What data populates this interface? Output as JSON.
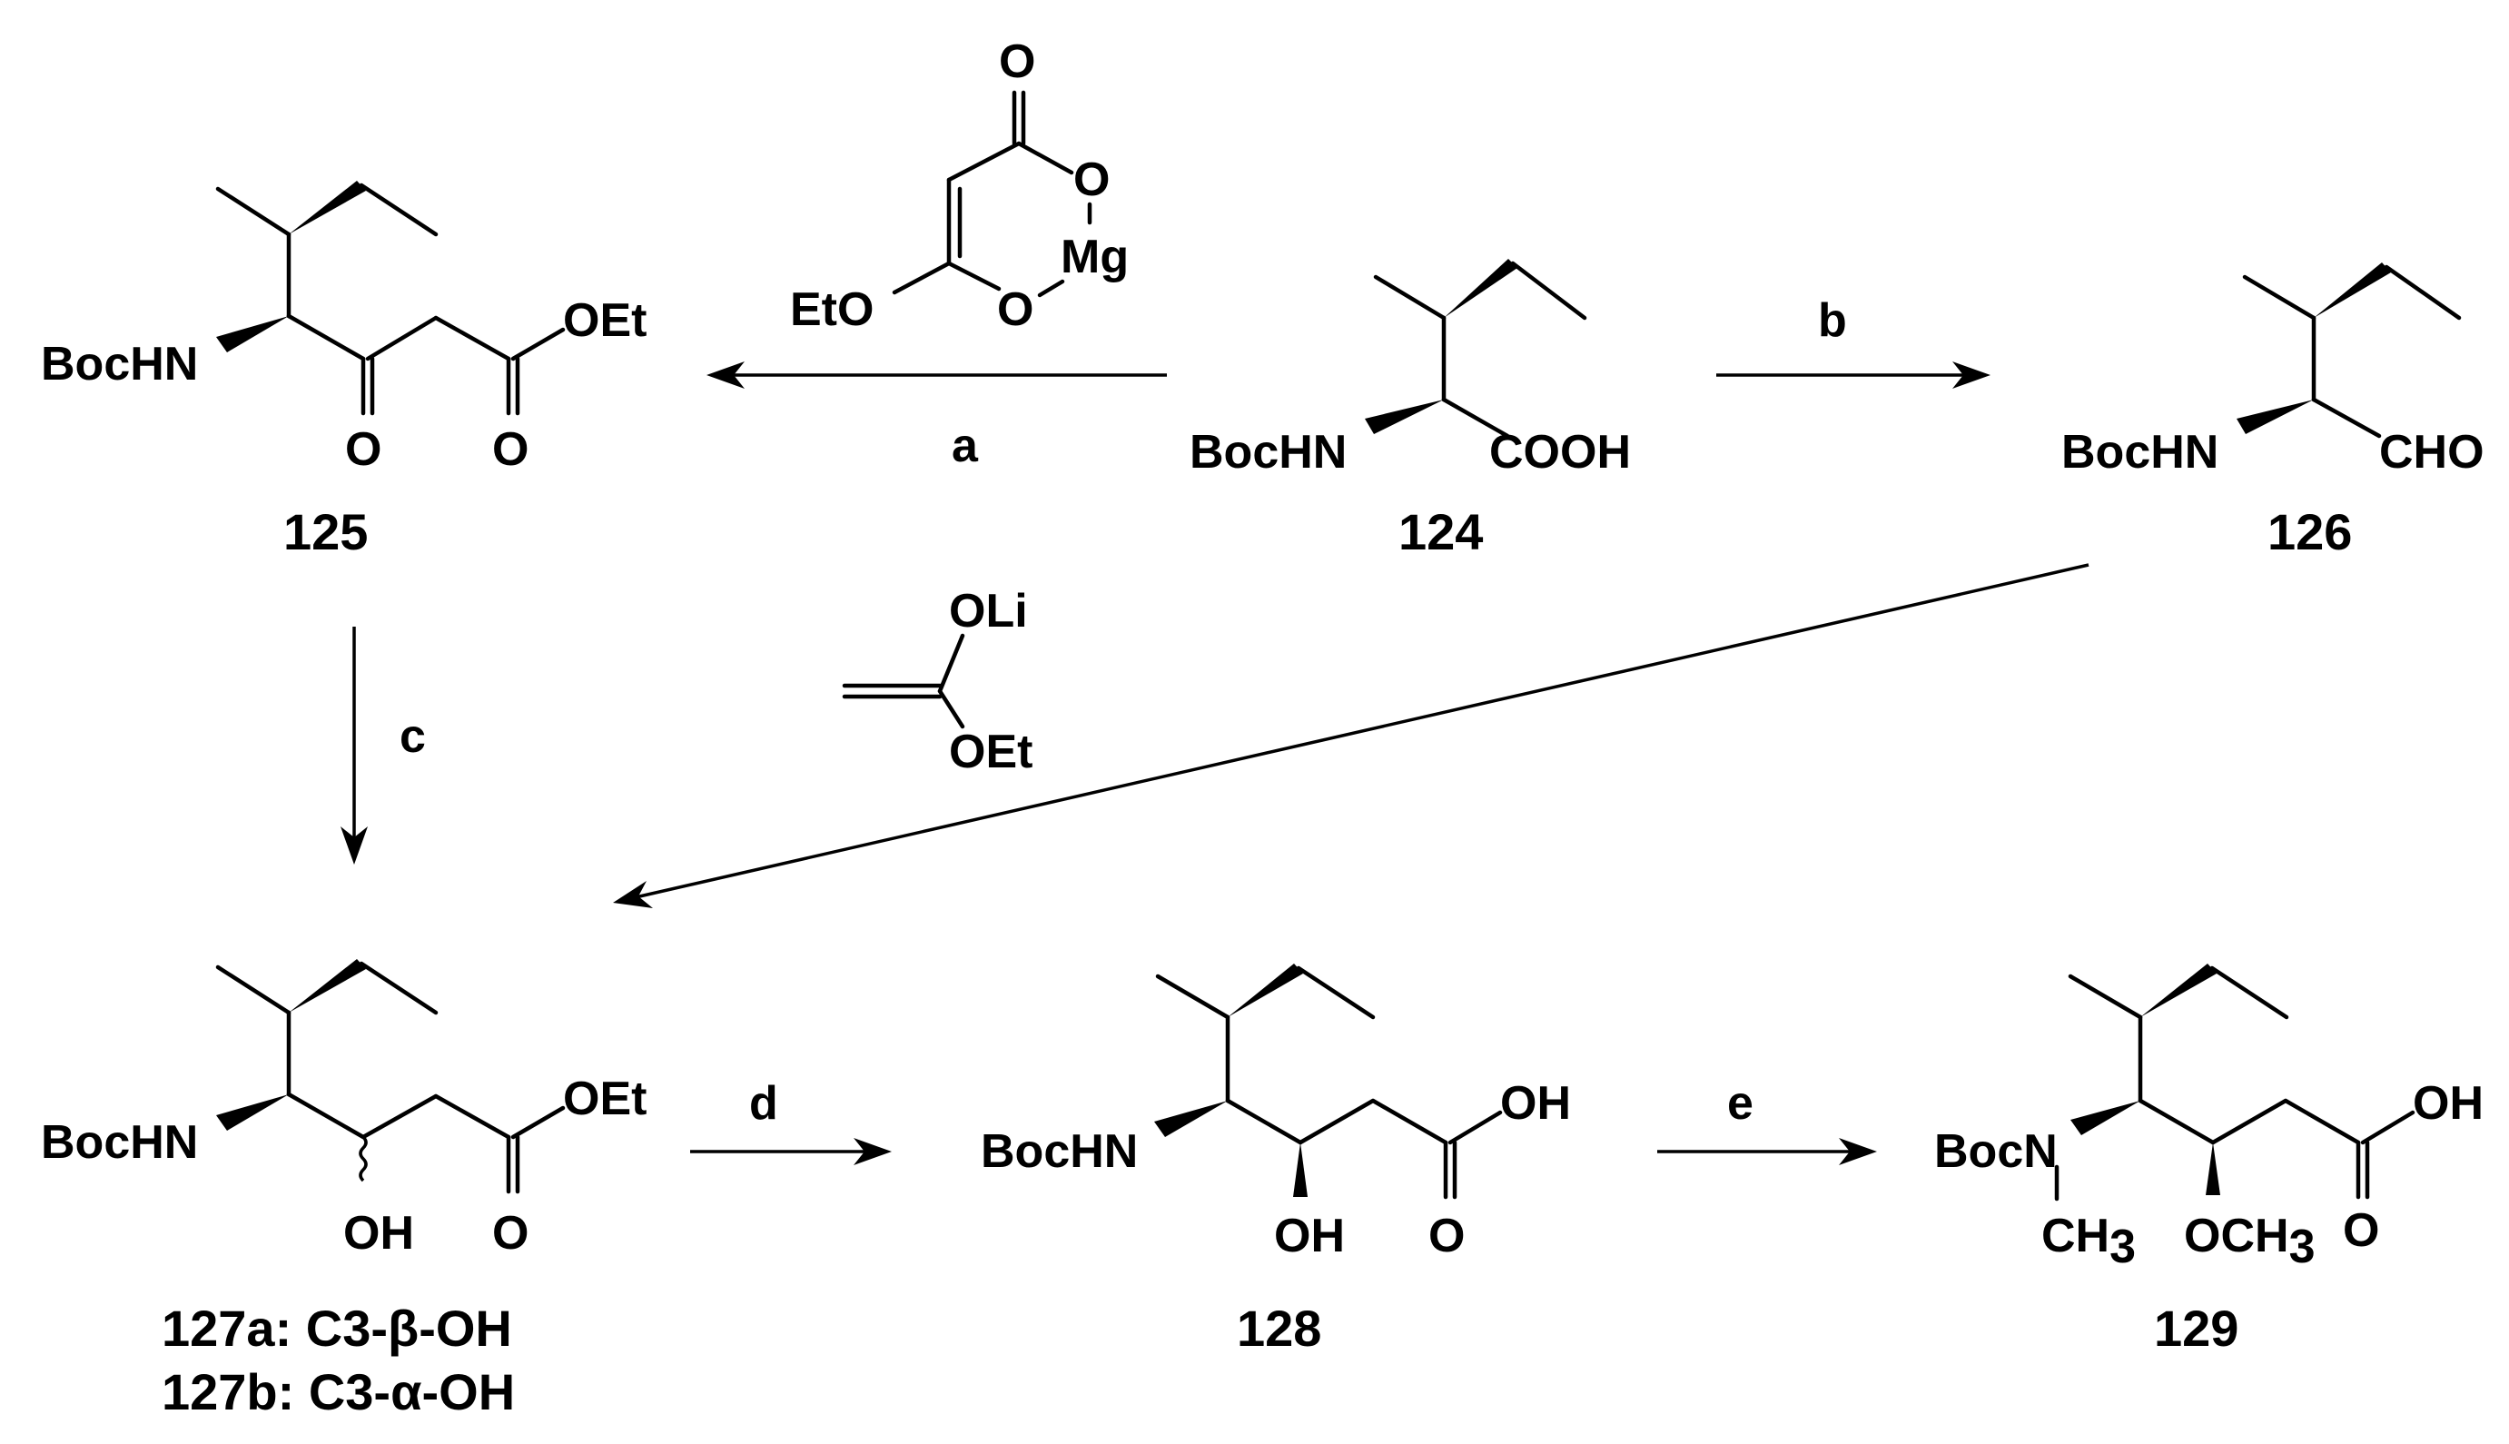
{
  "scheme": {
    "compounds": {
      "c124": {
        "id": "124",
        "groups": {
          "n": "BocHN",
          "acid": "COOH"
        }
      },
      "c125": {
        "id": "125",
        "groups": {
          "n": "BocHN",
          "oet": "OEt",
          "o_ketone": "O",
          "o_ester": "O"
        }
      },
      "c126": {
        "id": "126",
        "groups": {
          "n": "BocHN",
          "cho": "CHO"
        }
      },
      "c127": {
        "id_a": "127a",
        "desc_a_pre": ": C3-",
        "desc_a_greek": "β",
        "desc_a_post": "-OH",
        "id_b": "127b",
        "desc_b_pre": ": C3-",
        "desc_b_greek": "α",
        "desc_b_post": "-OH",
        "groups": {
          "n": "BocHN",
          "oet": "OEt",
          "oh": "OH",
          "o_ester": "O"
        }
      },
      "c128": {
        "id": "128",
        "groups": {
          "n": "BocHN",
          "oh_acid": "OH",
          "oh": "OH",
          "o_acid": "O"
        }
      },
      "c129": {
        "id": "129",
        "groups": {
          "boc": "Boc",
          "n": "N",
          "ch3": "CH",
          "sub3": "3",
          "och3": "OCH",
          "sub3b": "3",
          "o_acid": "O",
          "oh_acid": "OH"
        }
      }
    },
    "reagents": {
      "mg_complex": {
        "o_top": "O",
        "o_ring1": "O",
        "mg": "Mg",
        "o_ring2": "O",
        "eto": "EtO"
      },
      "lithium_enolate": {
        "oli": "OLi",
        "oet": "OEt"
      }
    },
    "steps": {
      "a": "a",
      "b": "b",
      "c": "c",
      "d": "d",
      "e": "e"
    }
  }
}
